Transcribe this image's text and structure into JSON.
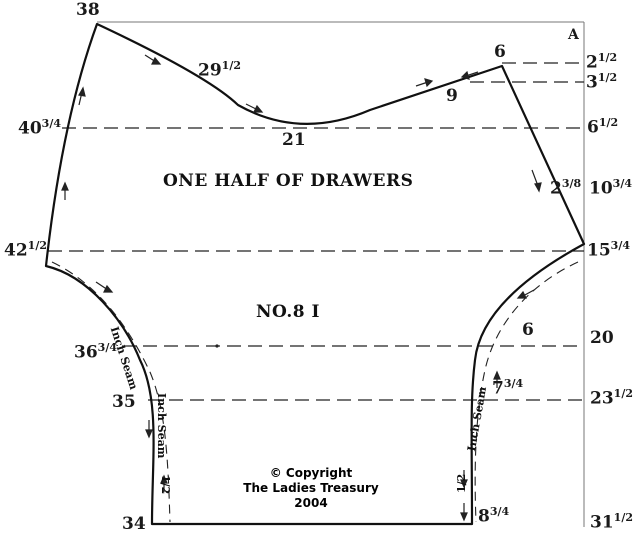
{
  "title": "ONE HALF OF DRAWERS",
  "pattern_number": "NO.8 I",
  "corner_letter": "A",
  "left_measures": {
    "top": "38",
    "m40": "40",
    "m40_sup": "3/4",
    "m42": "42",
    "m42_sup": "1/2",
    "m36": "36",
    "m36_sup": "3/4",
    "m35": "35",
    "m34": "34"
  },
  "right_measures": {
    "r2": "2",
    "r2_sup": "1/2",
    "r3": "3",
    "r3_sup": "1/2",
    "r6": "6",
    "r6_sup": "1/2",
    "r10": "10",
    "r10_sup": "3/4",
    "r15": "15",
    "r15_sup": "3/4",
    "r20": "20",
    "r23": "23",
    "r23_sup": "1/2",
    "r31": "31",
    "r31_sup": "1/2"
  },
  "inner_measures": {
    "top_29": "29",
    "top_29_sup": "1/2",
    "top_21": "21",
    "top_9": "9",
    "top_6": "6",
    "slope_2": "2",
    "slope_2_sup": "3/8",
    "inner_6": "6",
    "inner_7": "7",
    "inner_7_sup": "3/4",
    "bottom_8": "8",
    "bottom_8_sup": "3/4"
  },
  "seam_label_left": "Inch Seam",
  "seam_label_right": "Inch Seam",
  "seam_half_left": "1/2",
  "seam_half_right": "1/2",
  "copyright": {
    "line1": "© Copyright",
    "line2": "The Ladies Treasury",
    "line3": "2004"
  },
  "colors": {
    "ink": "#1a1a1a",
    "paper": "#ffffff"
  }
}
